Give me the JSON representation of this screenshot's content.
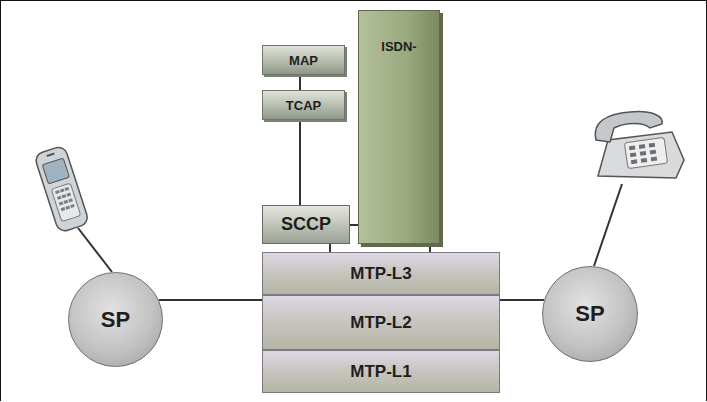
{
  "diagram": {
    "nodes": [
      {
        "text": [
          "MAP"
        ]
      },
      {
        "text": [
          "TCAP"
        ]
      },
      {
        "text": [
          "ISDN-"
        ]
      },
      {
        "text": [
          "SCCP"
        ]
      },
      {
        "text": [
          "MTP-L3"
        ]
      },
      {
        "text": [
          "MTP-L2"
        ]
      },
      {
        "text": [
          "MTP-L1"
        ]
      },
      {
        "text": [
          "SP"
        ]
      },
      {
        "text": [
          "SP"
        ]
      }
    ],
    "edges": [
      {
        "from": 0,
        "to": 1,
        "arrow": "none"
      },
      {
        "from": 1,
        "to": 3,
        "arrow": "none"
      },
      {
        "from": 2,
        "to": 3,
        "arrow": "none"
      },
      {
        "from": 3,
        "to": 4,
        "arrow": "none"
      },
      {
        "from": 2,
        "to": 4,
        "arrow": "none"
      },
      {
        "from": 7,
        "to": 5,
        "arrow": "none"
      },
      {
        "from": 5,
        "to": 8,
        "arrow": "none"
      }
    ]
  }
}
